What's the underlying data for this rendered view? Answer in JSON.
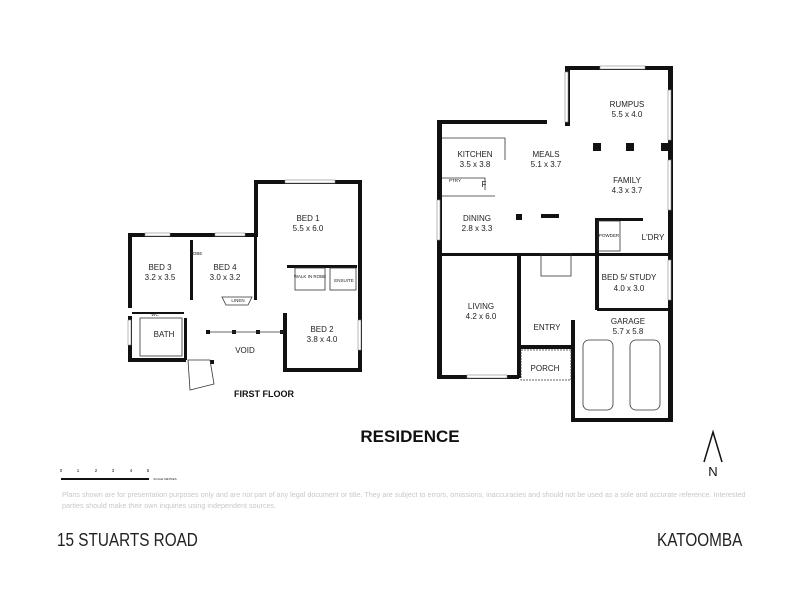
{
  "title": "RESIDENCE",
  "first_floor": {
    "label": "FIRST FLOOR",
    "rooms": [
      {
        "name": "BED 1",
        "size": "5.5 x 6.0"
      },
      {
        "name": "BED 2",
        "size": "3.8 x 4.0"
      },
      {
        "name": "BED 3",
        "size": "3.2 x 3.5"
      },
      {
        "name": "BED 4",
        "size": "3.0 x 3.2"
      },
      {
        "name": "VOID",
        "size": ""
      }
    ],
    "minor": {
      "bath": "BATH",
      "wc": "WC",
      "linen": "LINEN",
      "robe": "ROBE",
      "walk_in_robe": "WALK IN ROBE",
      "ensuite": "ENSUITE"
    }
  },
  "ground_floor": {
    "rooms": [
      {
        "name": "RUMPUS",
        "size": "5.5 x 4.0"
      },
      {
        "name": "KITCHEN",
        "size": "3.5 x 3.8"
      },
      {
        "name": "MEALS",
        "size": "5.1 x 3.7"
      },
      {
        "name": "FAMILY",
        "size": "4.3 x 3.7"
      },
      {
        "name": "DINING",
        "size": "2.8 x 3.3"
      },
      {
        "name": "LIVING",
        "size": "4.2 x 6.0"
      },
      {
        "name": "BED 5/ STUDY",
        "size": "4.0 x 3.0"
      },
      {
        "name": "GARAGE",
        "size": "5.7 x 5.8"
      }
    ],
    "minor": {
      "entry": "ENTRY",
      "porch": "PORCH",
      "powder": "POWDER",
      "laundry": "L'DRY",
      "pantry": "PTRY",
      "fridge": "F"
    }
  },
  "scale": {
    "ticks": [
      "0",
      "1",
      "2",
      "3",
      "4",
      "5"
    ],
    "label": "SCALE METRES"
  },
  "north": "N",
  "disclaimer": "Plans shown are for presentation purposes only and are not part of any legal document or title. They are subject to errors, omissions, inaccuracies and should not be used as a sole and accurate reference. Interested parties should make their own inquiries using independent sources.",
  "address": "15 STUARTS ROAD",
  "suburb": "KATOOMBA"
}
